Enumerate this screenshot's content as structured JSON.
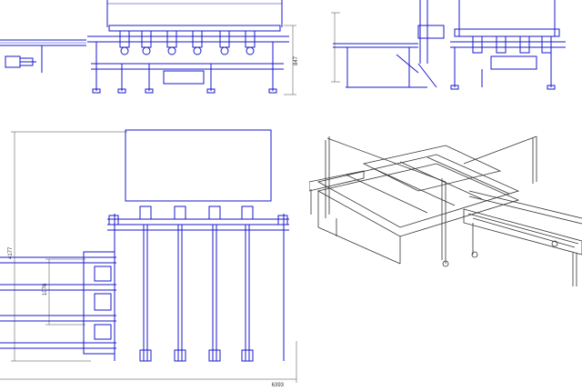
{
  "drawing": {
    "colors": {
      "line": "#1a1acc",
      "dimension": "#444444",
      "iso_line": "#333333",
      "background": "#ffffff"
    },
    "dimensions": {
      "front_height": "847",
      "plan_height_total": "4177",
      "plan_height_inner": "1076",
      "plan_width_total": "6393"
    }
  }
}
